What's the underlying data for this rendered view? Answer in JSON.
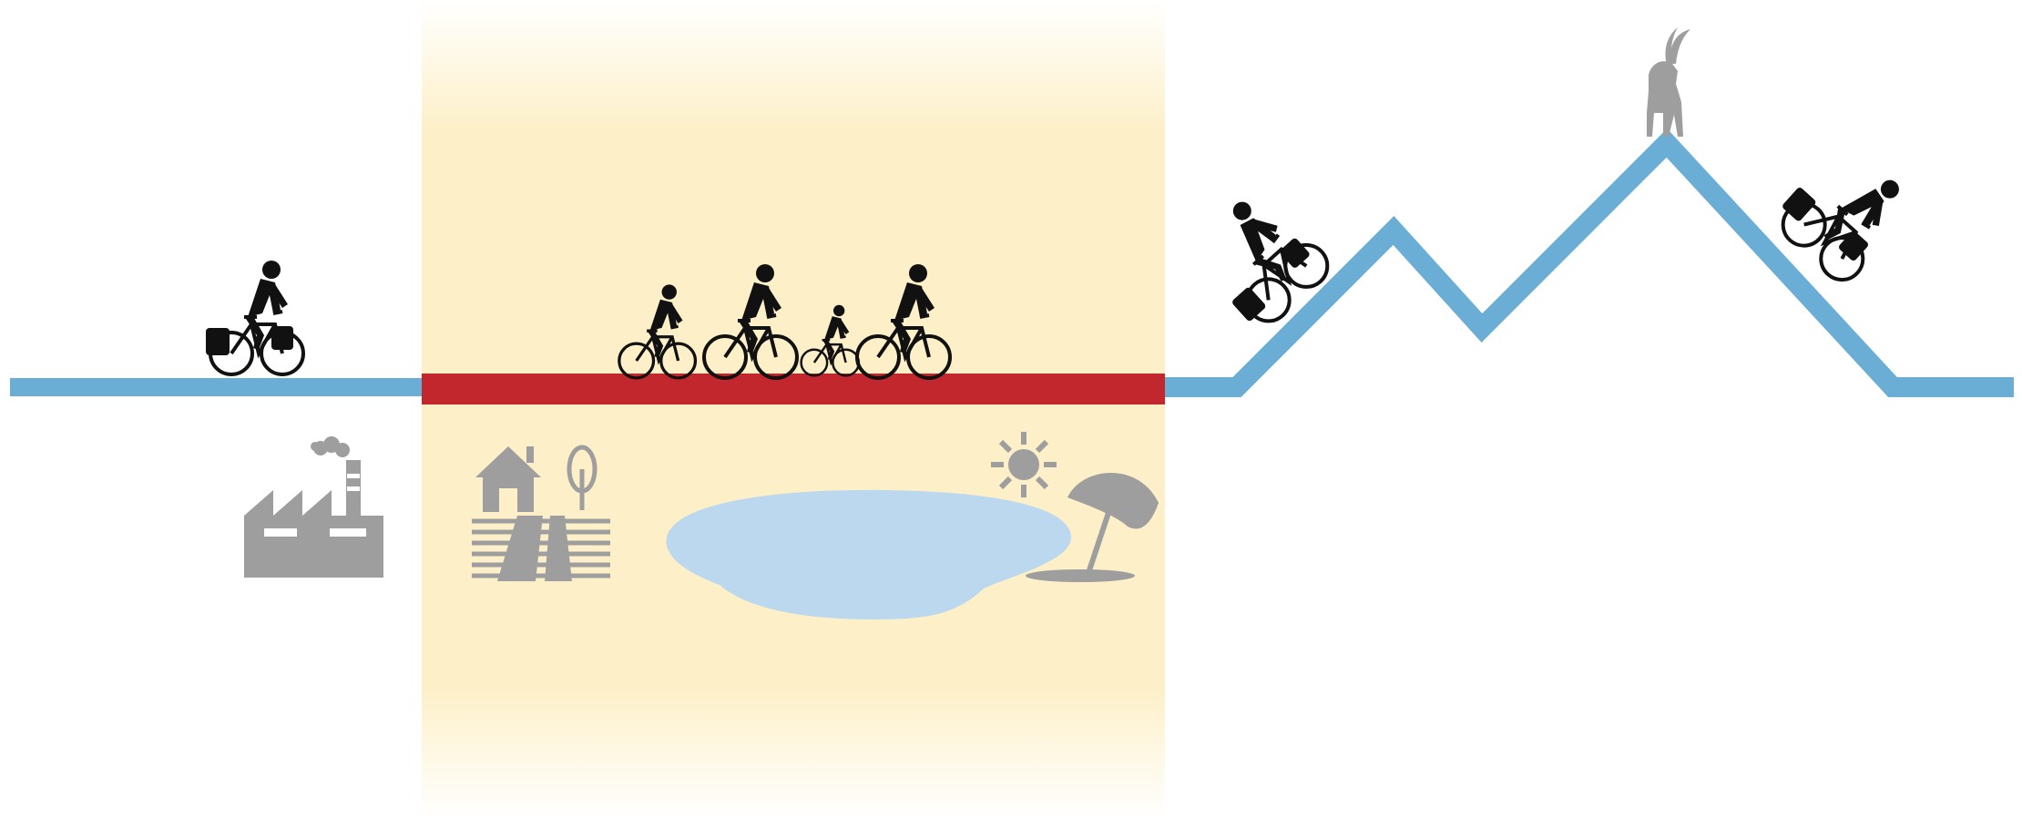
{
  "diagram": {
    "title": "",
    "sections": [
      {
        "id": "left",
        "icons": [
          "cyclist-icon",
          "factory-icon"
        ]
      },
      {
        "id": "center",
        "icons": [
          "family-cyclists-icon",
          "farmhouse-fields-icon",
          "lake-icon",
          "sun-icon",
          "beach-umbrella-icon"
        ]
      },
      {
        "id": "right",
        "icons": [
          "uphill-cyclist-icon",
          "ibex-icon",
          "downhill-cyclist-icon"
        ]
      }
    ]
  },
  "colors": {
    "route_line": "#6aaed6",
    "highlight_route": "#c1272d",
    "highlight_zone": "#fdf0c8",
    "lake": "#bcd8ee",
    "grey_icons": "#9e9e9e",
    "cyclist": "#111111"
  }
}
